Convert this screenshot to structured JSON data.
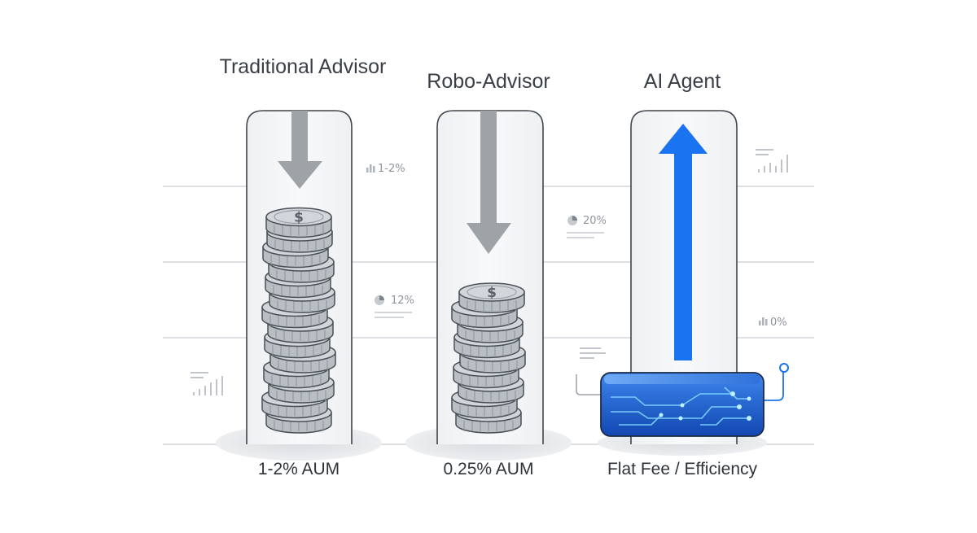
{
  "columns": [
    {
      "title": "Traditional Advisor",
      "fee": "1-2% AUM",
      "arrow": "down",
      "coins": 14
    },
    {
      "title": "Robo-Advisor",
      "fee": "0.25% AUM",
      "arrow": "down",
      "coins": 9
    },
    {
      "title": "AI Agent",
      "fee": "Flat Fee / Efficiency",
      "arrow": "up",
      "coins": 0
    }
  ],
  "annotations": {
    "bar_1_2": "1-2%",
    "pie_20": "20%",
    "pie_12": "12%",
    "bar_0": "0%"
  },
  "coin_symbol": "$",
  "icons": [
    "bar-chart-icon",
    "pie-chart-icon",
    "dollar-coin-icon",
    "circuit-chip-icon",
    "down-arrow-icon",
    "up-arrow-icon"
  ],
  "colors": {
    "accent_blue": "#1a73f0",
    "arrow_gray": "#9ea3a8",
    "coin_fill": "#d2d6da",
    "coin_stroke": "#4a5058",
    "chip_blue": "#1c5fd0",
    "gridline": "#c9ccd0"
  }
}
